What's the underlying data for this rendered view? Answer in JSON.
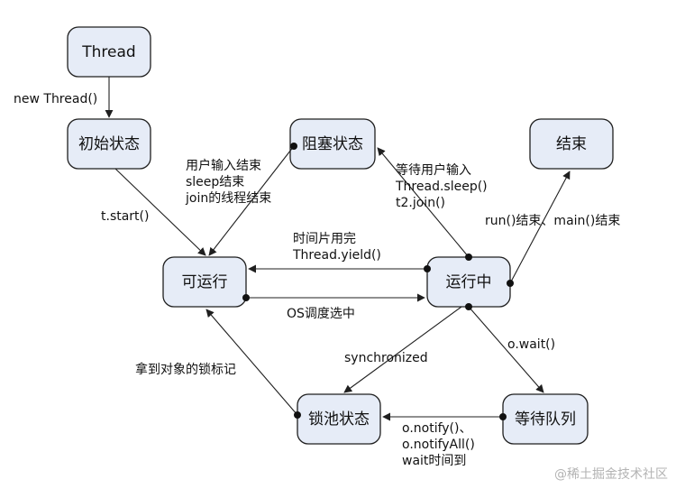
{
  "nodes": {
    "thread": "Thread",
    "initial": "初始状态",
    "blocked": "阻塞状态",
    "terminated": "结束",
    "runnable": "可运行",
    "running": "运行中",
    "lock_pool": "锁池状态",
    "wait_queue": "等待队列"
  },
  "edges": {
    "new_thread": "new Thread()",
    "start": "t.start()",
    "blocked_to_runnable": [
      "用户输入结束",
      "sleep结束",
      "join的线程结束"
    ],
    "running_to_blocked": [
      "等待用户输入",
      "Thread.sleep()",
      "t2.join()"
    ],
    "running_to_terminated": "run()结束、main()结束",
    "running_to_runnable": [
      "时间片用完",
      "Thread.yield()"
    ],
    "runnable_to_running": "OS调度选中",
    "running_to_lock_pool": "synchronized",
    "running_to_wait_queue": "o.wait()",
    "lock_pool_to_runnable": "拿到对象的锁标记",
    "wait_queue_to_lock_pool": [
      "o.notify()、",
      "o.notifyAll()",
      "wait时间到"
    ]
  },
  "watermark": "@稀土掘金技术社区"
}
